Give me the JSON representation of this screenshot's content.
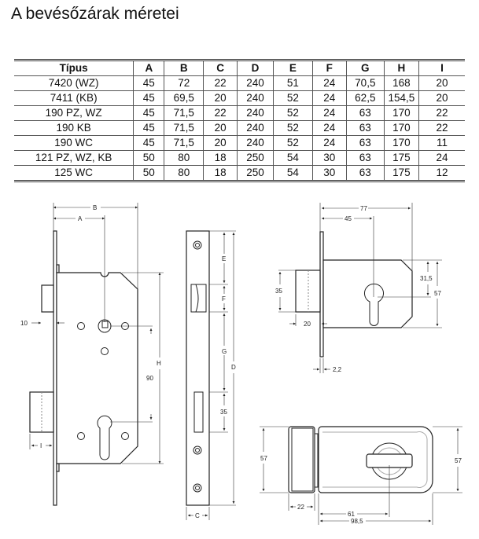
{
  "title": "A bevésőzárak méretei",
  "table": {
    "headers": [
      "Típus",
      "A",
      "B",
      "C",
      "D",
      "E",
      "F",
      "G",
      "H",
      "I"
    ],
    "rows": [
      [
        "7420 (WZ)",
        "45",
        "72",
        "22",
        "240",
        "51",
        "24",
        "70,5",
        "168",
        "20"
      ],
      [
        "7411 (KB)",
        "45",
        "69,5",
        "20",
        "240",
        "52",
        "24",
        "62,5",
        "154,5",
        "20"
      ],
      [
        "190 PZ, WZ",
        "45",
        "71,5",
        "22",
        "240",
        "52",
        "24",
        "63",
        "170",
        "22"
      ],
      [
        "190 KB",
        "45",
        "71,5",
        "20",
        "240",
        "52",
        "24",
        "63",
        "170",
        "22"
      ],
      [
        "190 WC",
        "45",
        "71,5",
        "20",
        "240",
        "52",
        "24",
        "63",
        "170",
        "11"
      ],
      [
        "121 PZ, WZ, KB",
        "50",
        "80",
        "18",
        "250",
        "54",
        "30",
        "63",
        "175",
        "24"
      ],
      [
        "125 WC",
        "50",
        "80",
        "18",
        "250",
        "54",
        "30",
        "63",
        "175",
        "12"
      ]
    ]
  },
  "drawings": {
    "mortise": {
      "B": "B",
      "A": "A",
      "H": "H",
      "d90": "90",
      "d10": "10",
      "I": "I"
    },
    "faceplate": {
      "E": "E",
      "F": "F",
      "G": "G",
      "D": "D",
      "d35": "35",
      "C": "C"
    },
    "rim_side": {
      "d77": "77",
      "d45": "45",
      "d31": "31,5",
      "d57": "57",
      "d35": "35",
      "d20": "20",
      "d22": "2,2"
    },
    "rim_front": {
      "d57l": "57",
      "d57r": "57",
      "d22": "22",
      "d61": "61",
      "d98": "98,5"
    }
  }
}
